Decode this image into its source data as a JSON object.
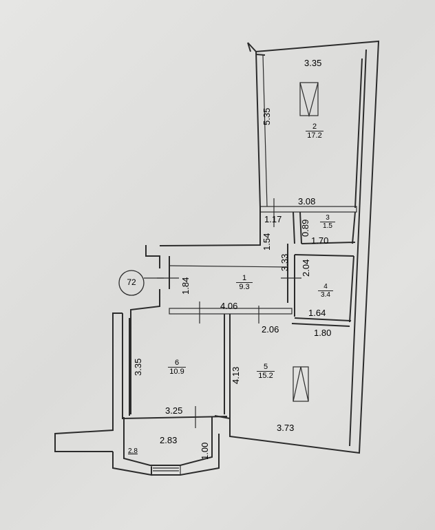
{
  "plan_marker": "72",
  "rooms": [
    {
      "number": "1",
      "area": "9.3"
    },
    {
      "number": "2",
      "area": "17.2"
    },
    {
      "number": "3",
      "area": "1.5"
    },
    {
      "number": "4",
      "area": "3.4"
    },
    {
      "number": "5",
      "area": "15.2"
    },
    {
      "number": "6",
      "area": "10.9"
    },
    {
      "number": "",
      "area": "2.8"
    }
  ],
  "dimensions": {
    "room2_width": "3.35",
    "room2_length": "5.35",
    "room3_width": "3.08",
    "corridor_width": "1.17",
    "room3_small": "0.89",
    "room3_len": "1.70",
    "corridor_len": "1.54",
    "hall_height": "3.33",
    "room4_height": "2.04",
    "entry_width": "1.84",
    "hall_width": "4.06",
    "room4_width": "1.64",
    "door_width": "2.06",
    "room5_top": "1.80",
    "room6_height": "3.35",
    "room5_height": "4.13",
    "room6_width": "3.25",
    "balcony_width": "2.83",
    "balcony_depth": "1.00",
    "room5_width": "3.73"
  }
}
